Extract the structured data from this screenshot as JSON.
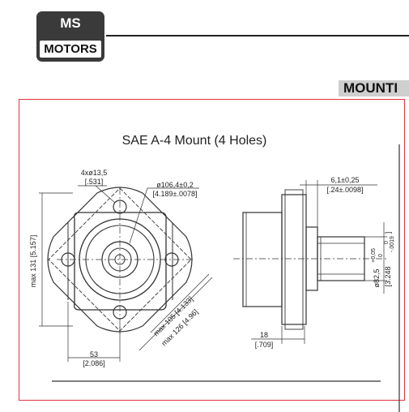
{
  "brand": {
    "line1": "MS",
    "line2": "MOTORS"
  },
  "section_label": "MOUNTI",
  "drawing": {
    "title": "SAE A-4 Mount (4 Holes)",
    "hole_callout": "4xø13,5",
    "hole_callout_in": "[.531]",
    "pilot_callout": "ø106,4±0,2",
    "pilot_callout_in": "[4.189±.0078]",
    "height_dim": "max 131 [5.157]",
    "width_dim": "53",
    "width_dim_in": "[2.086]",
    "diag_dim_1": "max 105 [4.133]",
    "diag_dim_2": "max 126 [4.96]",
    "flange_dim": "6,1±0,25",
    "flange_dim_in": "[.24±.0098]",
    "shaft_dim": "ø82,5",
    "shaft_tol_upper": "+0,05",
    "shaft_tol_lower": "0",
    "shaft_dim_in": "[3.248",
    "shaft_dim_in_tol": "-.0019",
    "shaft_dim_in_tol_upper": "0",
    "shaft_dim_in_close": "]",
    "depth_dim": "18",
    "depth_dim_in": "[.709]"
  },
  "colors": {
    "frame": "#e0323a",
    "logo_bg": "#3a3a3a",
    "label_bg": "#cfcfcf"
  }
}
